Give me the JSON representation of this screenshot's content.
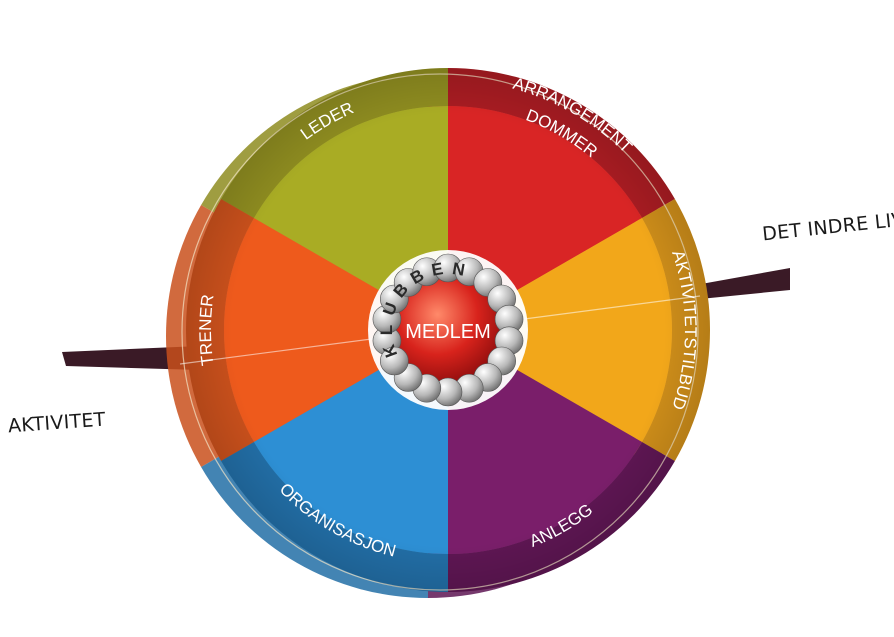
{
  "diagram": {
    "center_label": "MEDLEM",
    "ring_word": "KLUBBEN",
    "plane_label_right": "DET INDRE LIV",
    "plane_label_left": "AKTIVITET",
    "segments": [
      {
        "label": "TRENER",
        "color": "#ee5a1c",
        "rim": "#c9501c"
      },
      {
        "label": "LEDER",
        "color": "#a9ac24",
        "rim": "#8e8c20"
      },
      {
        "label": "DOMMER",
        "label2": "ARRANGEMENT",
        "color": "#d92525",
        "rim": "#a81c22"
      },
      {
        "label": "AKTIVITETSTILBUD",
        "color": "#f2a71a",
        "rim": "#cd8d1a"
      },
      {
        "label": "ANLEGG",
        "color": "#7a1e6a",
        "rim": "#5e1653"
      },
      {
        "label": "ORGANISASJON",
        "color": "#2d8fd4",
        "rim": "#226ea6"
      }
    ],
    "plane_color": "#3a1a26"
  }
}
